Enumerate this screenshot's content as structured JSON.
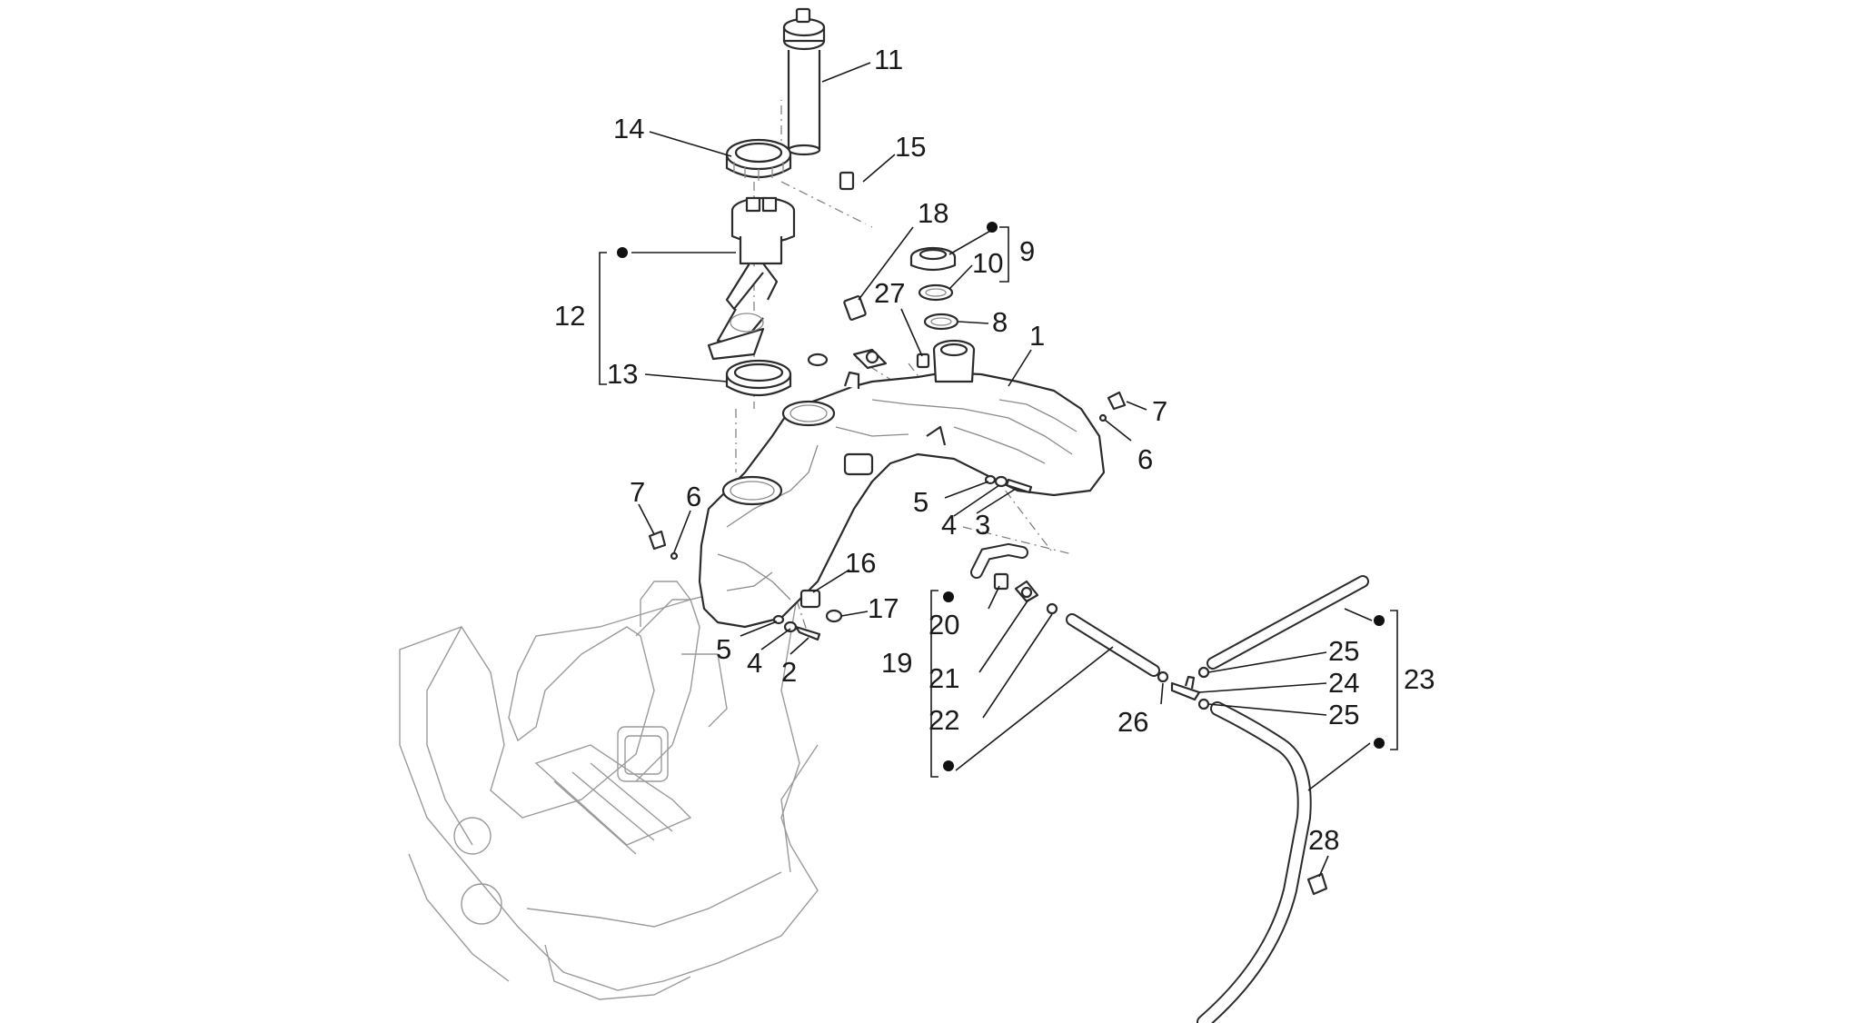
{
  "callouts": [
    {
      "id": "c11",
      "text": "11"
    },
    {
      "id": "c14",
      "text": "14"
    },
    {
      "id": "c15",
      "text": "15"
    },
    {
      "id": "c18",
      "text": "18"
    },
    {
      "id": "c9",
      "text": "9"
    },
    {
      "id": "c10",
      "text": "10"
    },
    {
      "id": "c27",
      "text": "27"
    },
    {
      "id": "c8",
      "text": "8"
    },
    {
      "id": "c1",
      "text": "1"
    },
    {
      "id": "c12",
      "text": "12"
    },
    {
      "id": "c13",
      "text": "13"
    },
    {
      "id": "c7a",
      "text": "7"
    },
    {
      "id": "c6a",
      "text": "6"
    },
    {
      "id": "c7b",
      "text": "7"
    },
    {
      "id": "c6b",
      "text": "6"
    },
    {
      "id": "c5a",
      "text": "5"
    },
    {
      "id": "c4a",
      "text": "4"
    },
    {
      "id": "c3",
      "text": "3"
    },
    {
      "id": "c16",
      "text": "16"
    },
    {
      "id": "c17",
      "text": "17"
    },
    {
      "id": "c5b",
      "text": "5"
    },
    {
      "id": "c4b",
      "text": "4"
    },
    {
      "id": "c2",
      "text": "2"
    },
    {
      "id": "c20",
      "text": "20"
    },
    {
      "id": "c19",
      "text": "19"
    },
    {
      "id": "c21",
      "text": "21"
    },
    {
      "id": "c22",
      "text": "22"
    },
    {
      "id": "c26",
      "text": "26"
    },
    {
      "id": "c25a",
      "text": "25"
    },
    {
      "id": "c24",
      "text": "24"
    },
    {
      "id": "c23",
      "text": "23"
    },
    {
      "id": "c25b",
      "text": "25"
    },
    {
      "id": "c28",
      "text": "28"
    }
  ],
  "colors": {
    "line": "#2b2b2b",
    "faint": "#9a9a9a",
    "text": "#1a1a1a",
    "background": "#ffffff"
  }
}
